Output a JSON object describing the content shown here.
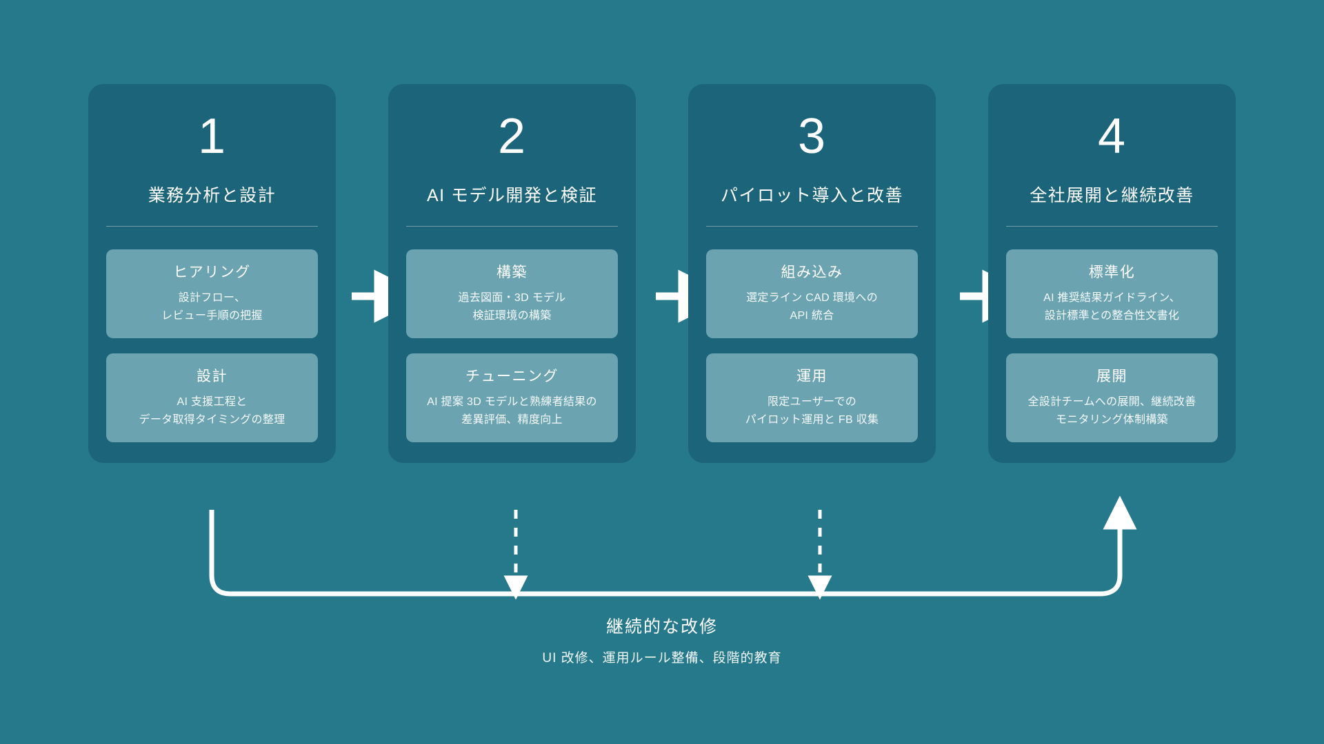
{
  "theme": {
    "background": "#26798b",
    "phase_card": "#1b647a",
    "sub_card": "#6ba3b1",
    "text": "#ffffff",
    "connector": "#ffffff"
  },
  "phases": [
    {
      "number": "1",
      "title": "業務分析と設計",
      "subcards": [
        {
          "title": "ヒアリング",
          "line1": "設計フロー、",
          "line2": "レビュー手順の把握"
        },
        {
          "title": "設計",
          "line1": "AI 支援工程と",
          "line2": "データ取得タイミングの整理"
        }
      ]
    },
    {
      "number": "2",
      "title": "AI モデル開発と検証",
      "subcards": [
        {
          "title": "構築",
          "line1": "過去図面・3D モデル",
          "line2": "検証環境の構築"
        },
        {
          "title": "チューニング",
          "line1": "AI 提案 3D モデルと熟練者結果の",
          "line2": "差異評価、精度向上"
        }
      ]
    },
    {
      "number": "3",
      "title": "パイロット導入と改善",
      "subcards": [
        {
          "title": "組み込み",
          "line1": "選定ライン CAD 環境への",
          "line2": "API 統合"
        },
        {
          "title": "運用",
          "line1": "限定ユーザーでの",
          "line2": "パイロット運用と FB 収集"
        }
      ]
    },
    {
      "number": "4",
      "title": "全社展開と継続改善",
      "subcards": [
        {
          "title": "標準化",
          "line1": "AI 推奨結果ガイドライン、",
          "line2": "設計標準との整合性文書化"
        },
        {
          "title": "展開",
          "line1": "全設計チームへの展開、継続改善",
          "line2": "モニタリング体制構築"
        }
      ]
    }
  ],
  "connectors": {
    "forward_arrows": [
      "arrow-right-icon",
      "arrow-right-icon",
      "arrow-right-icon"
    ],
    "dashed_drops": [
      "dashed-arrow-down-icon",
      "dashed-arrow-down-icon"
    ],
    "feedback_loop": "feedback-loop-arrow-icon"
  },
  "loop": {
    "title": "継続的な改修",
    "subtitle": "UI 改修、運用ルール整備、段階的教育"
  }
}
